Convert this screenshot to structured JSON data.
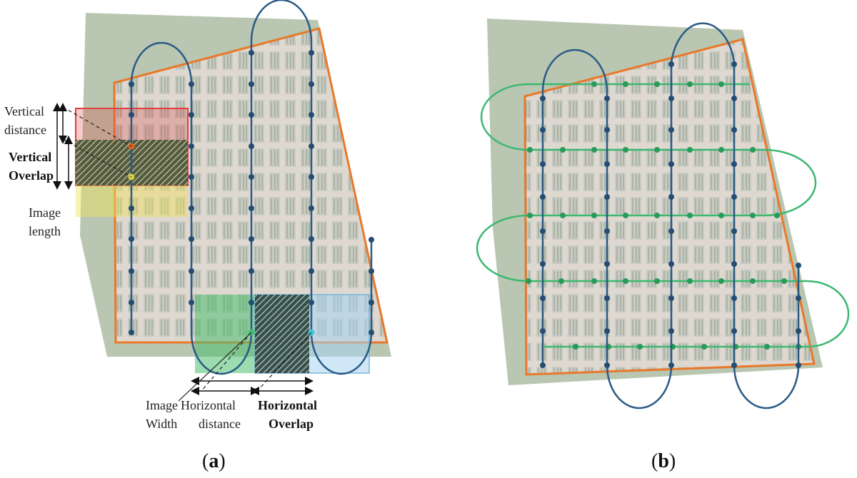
{
  "panel_a": {
    "caption_open": "(",
    "caption_letter": "a",
    "caption_close": ")",
    "labels": {
      "vertical_distance_1": "Vertical",
      "vertical_distance_2": "distance",
      "vertical_overlap_1": "Vertical",
      "vertical_overlap_2": "Overlap",
      "image_length_1": "Image",
      "image_length_2": "length",
      "image_width_1": "Image",
      "image_width_2": "Width",
      "horizontal_distance_1": "Horizontal",
      "horizontal_distance_2": "distance",
      "horizontal_overlap_1": "Horizontal",
      "horizontal_overlap_2": "Overlap"
    }
  },
  "panel_b": {
    "caption_open": "(",
    "caption_letter": "b",
    "caption_close": ")"
  },
  "colors": {
    "field_boundary": "#e8782a",
    "flight_path_vertical": "#2a5a86",
    "flight_path_horizontal": "#3cb870",
    "image_red": "#e04040",
    "image_yellow": "#f2e35a",
    "image_green": "#4cc070",
    "image_blue": "#a8d4f0",
    "aerial_bg": "#b8c8b0"
  }
}
